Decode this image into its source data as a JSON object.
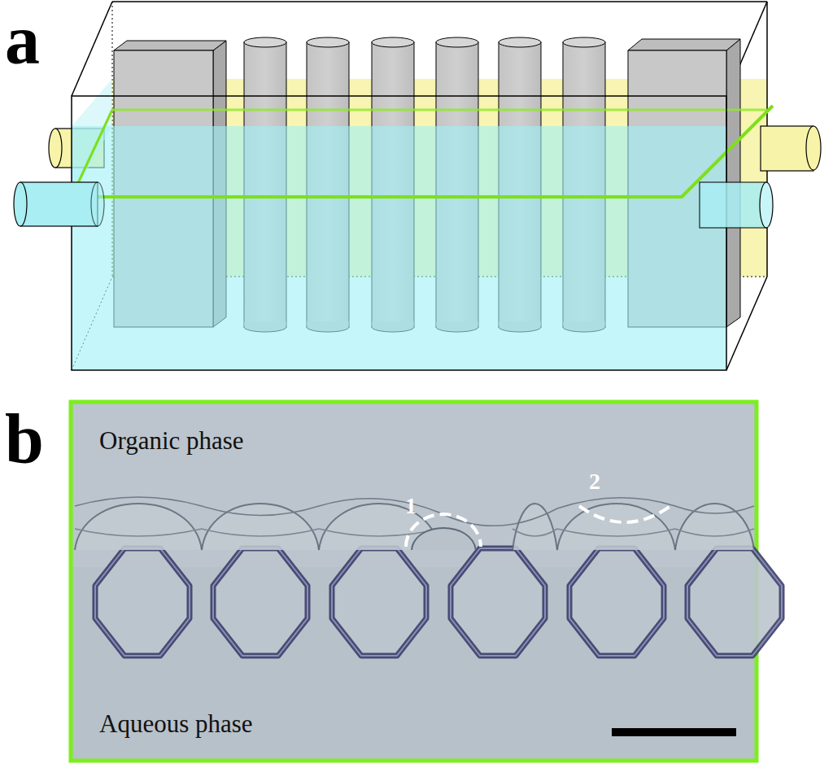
{
  "diagram": {
    "labels": [
      "a",
      "b",
      "Organic phase",
      "1",
      "2",
      "Aqueous phase"
    ]
  }
}
